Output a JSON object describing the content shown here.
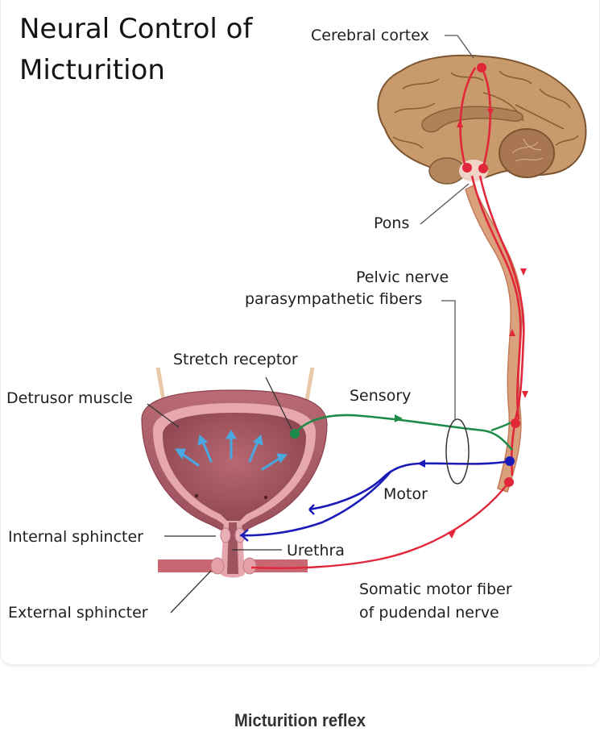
{
  "title": {
    "line1": "Neural Control of",
    "line2": "Micturition"
  },
  "labels": {
    "cerebral_cortex": "Cerebral cortex",
    "pons": "Pons",
    "pelvic_nerve_line1": "Pelvic nerve",
    "pelvic_nerve_line2": "parasympathetic fibers",
    "stretch_receptor": "Stretch receptor",
    "detrusor_muscle": "Detrusor muscle",
    "sensory": "Sensory",
    "motor": "Motor",
    "internal_sphincter": "Internal  sphincter",
    "urethra": "Urethra",
    "external_sphincter": "External  sphincter",
    "somatic_line1": "Somatic motor fiber",
    "somatic_line2": "of pudendal nerve"
  },
  "caption": "Micturition reflex",
  "colors": {
    "sensory_pathway": "#1e8a4a",
    "motor_pathway": "#1a1ab8",
    "somatic_pathway": "#e0283a",
    "brain": "#c89a6a",
    "bladder": "#b5626e",
    "stretch_arrows": "#4aa8e0"
  }
}
